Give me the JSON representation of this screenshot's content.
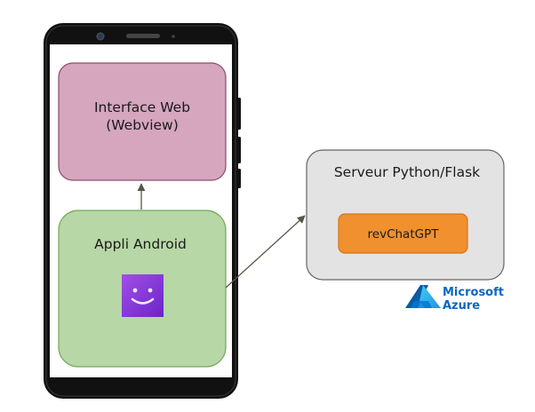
{
  "nodes": {
    "webview": {
      "line1": "Interface Web",
      "line2": "(Webview)"
    },
    "android": {
      "label": "Appli Android"
    },
    "server": {
      "label": "Serveur Python/Flask"
    },
    "revchatgpt": {
      "label": "revChatGPT"
    }
  },
  "logo": {
    "line1": "Microsoft",
    "line2": "Azure"
  },
  "edges": [
    {
      "from": "android",
      "to": "webview"
    },
    {
      "from": "android",
      "to": "server"
    }
  ],
  "colors": {
    "webview_fill": "#d5a6bd",
    "webview_stroke": "#8e4c6b",
    "android_fill": "#b7d7a6",
    "android_stroke": "#74a85a",
    "server_fill": "#e3e3e3",
    "server_stroke": "#666666",
    "revchatgpt_fill": "#f0902e",
    "revchatgpt_stroke": "#d87416",
    "azure_blue": "#0a67c2",
    "arrow": "#5a5545",
    "phone_body": "#111111"
  },
  "icons": {
    "phone": "smartphone-frame-icon",
    "app": "smiley-face-icon",
    "logo": "azure-logo-icon"
  }
}
